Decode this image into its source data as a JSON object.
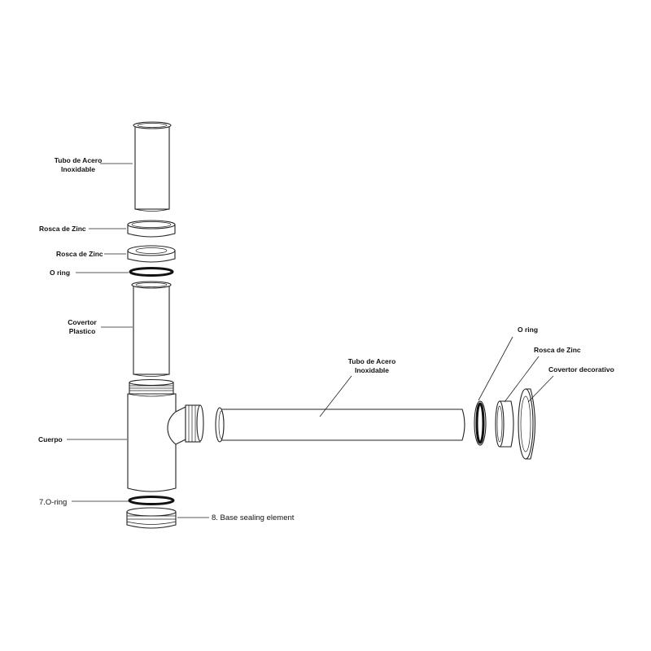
{
  "labels": {
    "tube_top": [
      "Tubo de Acero",
      "Inoxidable"
    ],
    "zinc_1": "Rosca de Zinc",
    "zinc_2": "Rosca de Zinc",
    "oring_top": "O ring",
    "cover_plastic": [
      "Covertor",
      "Plastico"
    ],
    "body": "Cuerpo",
    "oring_7": "7.O-ring",
    "base_8": "8. Base sealing element",
    "tube_horizontal": [
      "Tubo de Acero",
      "Inoxidable"
    ],
    "oring_right": "O ring",
    "zinc_right": "Rosca de Zinc",
    "cover_decor": "Covertor decorativo"
  }
}
